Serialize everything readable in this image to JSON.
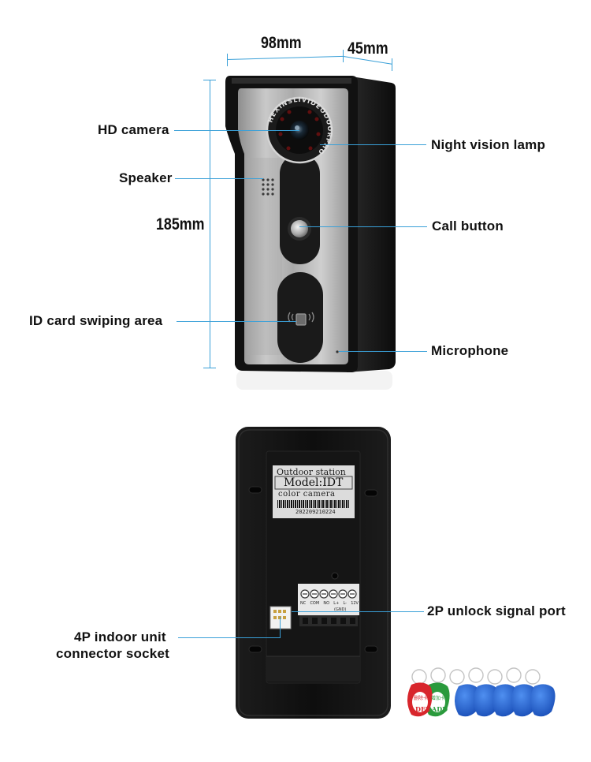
{
  "dimensions": {
    "width": "98mm",
    "depth": "45mm",
    "height": "185mm"
  },
  "front_labels": {
    "hd_camera": "HD camera",
    "speaker": "Speaker",
    "id_card_area": "ID card swiping area",
    "night_vision": "Night vision lamp",
    "call_button": "Call button",
    "microphone": "Microphone"
  },
  "camera_ring_text": "HEXINSLIVIDEODOORPHO",
  "back_label": {
    "title": "Outdoor station",
    "model": "Model:IDT",
    "desc": "color camera",
    "serial": "202209210224"
  },
  "terminal": {
    "pins": [
      "NC",
      "COM",
      "NO",
      "L+",
      "L-",
      "12V"
    ],
    "sub": "(GND)"
  },
  "back_labels": {
    "unlock_port": "2P unlock signal port",
    "connector_line1": "4P indoor unit",
    "connector_line2": "connector socket"
  },
  "fobs": {
    "red_text_top": "删除卡",
    "red_text": "DEL",
    "green_text_top": "增加卡",
    "green_text": "ADD"
  },
  "colors": {
    "accent_line": "#3aa0d8",
    "device_black": "#141414",
    "panel_silver": "#b8b8b8",
    "fob_blue": "#1e5fd0",
    "fob_red": "#d8262c",
    "fob_green": "#2a9a3c"
  }
}
